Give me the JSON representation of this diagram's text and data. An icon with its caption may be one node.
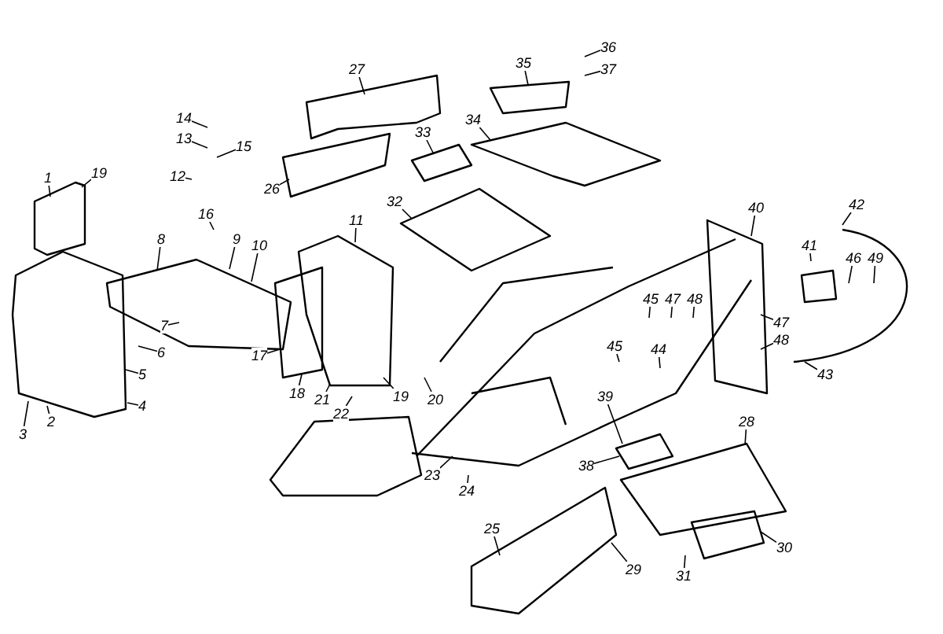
{
  "diagram": {
    "nodes": [
      {
        "text": [
          "1"
        ]
      },
      {
        "text": [
          "19"
        ]
      },
      {
        "text": [
          "2"
        ]
      },
      {
        "text": [
          "3"
        ]
      },
      {
        "text": [
          "4"
        ]
      },
      {
        "text": [
          "5"
        ]
      },
      {
        "text": [
          "6"
        ]
      },
      {
        "text": [
          "7"
        ]
      },
      {
        "text": [
          "8"
        ]
      },
      {
        "text": [
          "9"
        ]
      },
      {
        "text": [
          "10"
        ]
      },
      {
        "text": [
          "14"
        ]
      },
      {
        "text": [
          "13"
        ]
      },
      {
        "text": [
          "12"
        ]
      },
      {
        "text": [
          "15"
        ]
      },
      {
        "text": [
          "16"
        ]
      },
      {
        "text": [
          "17"
        ]
      },
      {
        "text": [
          "18"
        ]
      },
      {
        "text": [
          "19"
        ]
      },
      {
        "text": [
          "20"
        ]
      },
      {
        "text": [
          "21"
        ]
      },
      {
        "text": [
          "22"
        ]
      },
      {
        "text": [
          "11"
        ]
      },
      {
        "text": [
          "23"
        ]
      },
      {
        "text": [
          "24"
        ]
      },
      {
        "text": [
          "25"
        ]
      },
      {
        "text": [
          "26"
        ]
      },
      {
        "text": [
          "27"
        ]
      },
      {
        "text": [
          "28"
        ]
      },
      {
        "text": [
          "29"
        ]
      },
      {
        "text": [
          "30"
        ]
      },
      {
        "text": [
          "31"
        ]
      },
      {
        "text": [
          "32"
        ]
      },
      {
        "text": [
          "33"
        ]
      },
      {
        "text": [
          "34"
        ]
      },
      {
        "text": [
          "35"
        ]
      },
      {
        "text": [
          "36"
        ]
      },
      {
        "text": [
          "37"
        ]
      },
      {
        "text": [
          "38"
        ]
      },
      {
        "text": [
          "39"
        ]
      },
      {
        "text": [
          "40"
        ]
      },
      {
        "text": [
          "41"
        ]
      },
      {
        "text": [
          "42"
        ]
      },
      {
        "text": [
          "43"
        ]
      },
      {
        "text": [
          "44"
        ]
      },
      {
        "text": [
          "45"
        ]
      },
      {
        "text": [
          "46"
        ]
      },
      {
        "text": [
          "47"
        ]
      },
      {
        "text": [
          "48"
        ]
      },
      {
        "text": [
          "49"
        ]
      },
      {
        "text": [
          "45"
        ]
      },
      {
        "text": [
          "47"
        ]
      },
      {
        "text": [
          "48"
        ]
      }
    ],
    "edges": [
      {
        "from": 0,
        "to": null,
        "arrow": "none"
      },
      {
        "from": 1,
        "to": null,
        "arrow": "none"
      },
      {
        "from": 2,
        "to": null,
        "arrow": "none"
      },
      {
        "from": 3,
        "to": null,
        "arrow": "none"
      },
      {
        "from": 4,
        "to": null,
        "arrow": "none"
      },
      {
        "from": 5,
        "to": null,
        "arrow": "none"
      },
      {
        "from": 6,
        "to": null,
        "arrow": "none"
      },
      {
        "from": 7,
        "to": null,
        "arrow": "none"
      },
      {
        "from": 8,
        "to": null,
        "arrow": "none"
      },
      {
        "from": 9,
        "to": null,
        "arrow": "none"
      },
      {
        "from": 10,
        "to": null,
        "arrow": "none"
      },
      {
        "from": 11,
        "to": null,
        "arrow": "none"
      },
      {
        "from": 12,
        "to": null,
        "arrow": "none"
      },
      {
        "from": 13,
        "to": null,
        "arrow": "none"
      },
      {
        "from": 14,
        "to": null,
        "arrow": "none"
      },
      {
        "from": 15,
        "to": null,
        "arrow": "none"
      },
      {
        "from": 16,
        "to": null,
        "arrow": "none"
      },
      {
        "from": 17,
        "to": null,
        "arrow": "none"
      },
      {
        "from": 18,
        "to": null,
        "arrow": "none"
      },
      {
        "from": 19,
        "to": null,
        "arrow": "none"
      },
      {
        "from": 20,
        "to": null,
        "arrow": "none"
      },
      {
        "from": 21,
        "to": null,
        "arrow": "none"
      },
      {
        "from": 22,
        "to": null,
        "arrow": "none"
      },
      {
        "from": 23,
        "to": null,
        "arrow": "none"
      },
      {
        "from": 24,
        "to": null,
        "arrow": "none"
      },
      {
        "from": 25,
        "to": null,
        "arrow": "none"
      },
      {
        "from": 26,
        "to": null,
        "arrow": "none"
      },
      {
        "from": 27,
        "to": null,
        "arrow": "none"
      },
      {
        "from": 28,
        "to": null,
        "arrow": "none"
      },
      {
        "from": 29,
        "to": null,
        "arrow": "none"
      },
      {
        "from": 30,
        "to": null,
        "arrow": "none"
      },
      {
        "from": 31,
        "to": null,
        "arrow": "none"
      },
      {
        "from": 32,
        "to": null,
        "arrow": "none"
      },
      {
        "from": 33,
        "to": null,
        "arrow": "none"
      },
      {
        "from": 34,
        "to": null,
        "arrow": "none"
      },
      {
        "from": 35,
        "to": null,
        "arrow": "none"
      },
      {
        "from": 36,
        "to": null,
        "arrow": "none"
      },
      {
        "from": 37,
        "to": null,
        "arrow": "none"
      },
      {
        "from": 38,
        "to": null,
        "arrow": "none"
      },
      {
        "from": 39,
        "to": null,
        "arrow": "none"
      },
      {
        "from": 40,
        "to": null,
        "arrow": "none"
      },
      {
        "from": 41,
        "to": null,
        "arrow": "none"
      },
      {
        "from": 42,
        "to": null,
        "arrow": "none"
      },
      {
        "from": 43,
        "to": null,
        "arrow": "none"
      },
      {
        "from": 44,
        "to": null,
        "arrow": "none"
      },
      {
        "from": 45,
        "to": null,
        "arrow": "none"
      },
      {
        "from": 46,
        "to": null,
        "arrow": "none"
      },
      {
        "from": 47,
        "to": null,
        "arrow": "none"
      },
      {
        "from": 48,
        "to": null,
        "arrow": "none"
      },
      {
        "from": 49,
        "to": null,
        "arrow": "none"
      },
      {
        "from": 50,
        "to": null,
        "arrow": "none"
      },
      {
        "from": 51,
        "to": null,
        "arrow": "none"
      },
      {
        "from": 52,
        "to": null,
        "arrow": "none"
      }
    ]
  }
}
